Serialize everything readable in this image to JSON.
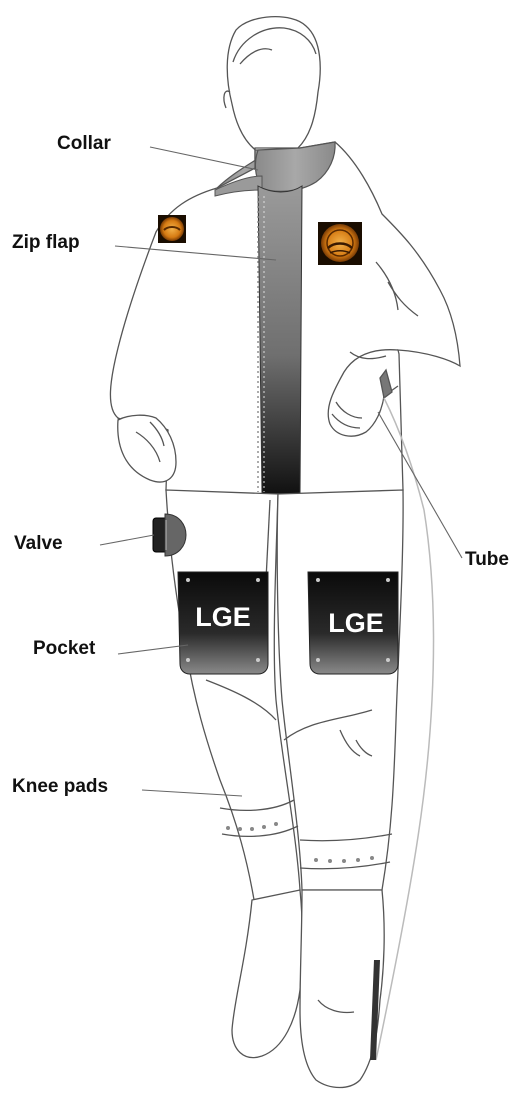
{
  "diagram": {
    "labels": {
      "collar": "Collar",
      "zip_flap": "Zip flap",
      "tube": "Tube",
      "valve": "Valve",
      "pocket": "Pocket",
      "knee_pads": "Knee pads"
    },
    "pocket_left_text": "LGE",
    "pocket_right_text": "LGE"
  },
  "colors": {
    "outline": "#555555",
    "suit": "#ffffff",
    "panel_dark": "#111111",
    "panel_grey": "#9a9a9a",
    "badge_orange": "#e08a1a"
  }
}
